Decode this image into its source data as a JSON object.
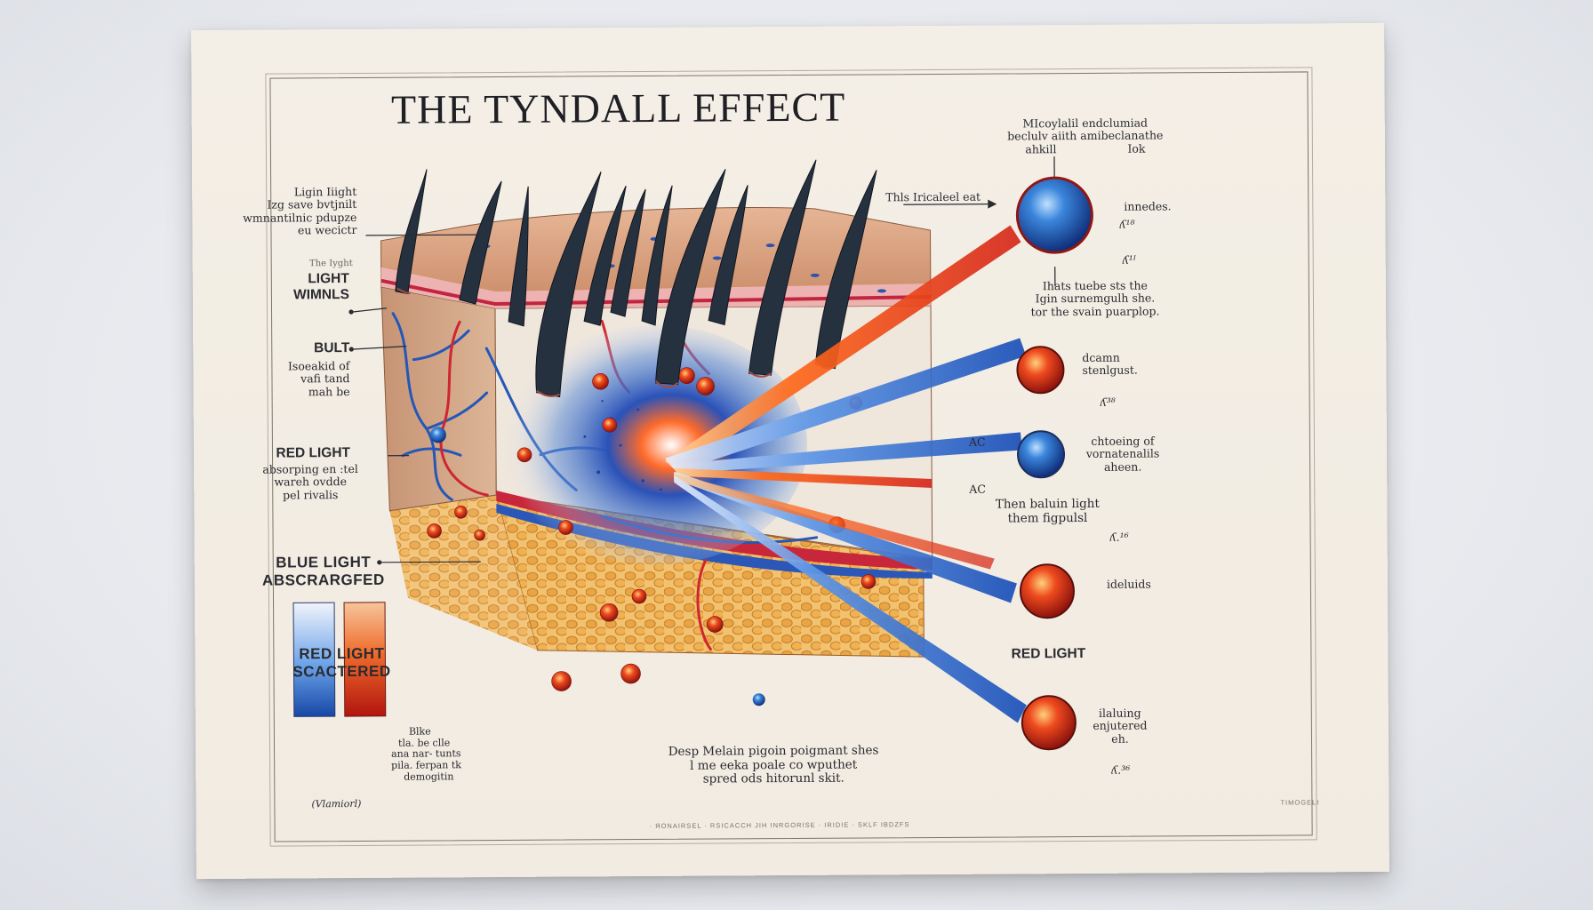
{
  "title": "THE TYNDALL EFFECT",
  "left_labels": {
    "light_top": [
      "Ligin Iiight",
      "Izg save bvtjnilt",
      "wmnantilnic pdupze",
      "eu wecictr"
    ],
    "light_waves_small": "The Iyght",
    "light_waves": [
      "LIGHT",
      "WIMNLS"
    ],
    "bult": "BULT",
    "bult_sub": [
      "Isoeakid of",
      "vafi tand",
      "mah be"
    ],
    "red_light": "RED LIGHT",
    "red_light_sub": [
      "absorping en :tel",
      "wareh ovdde",
      "pel rivalis"
    ],
    "blue_light": [
      "BLUE LIGHT",
      "ABSCRARGFED"
    ],
    "red_scattered": [
      "RED LIGHT",
      "SCACTERED"
    ],
    "gradient_note": [
      "Blke",
      "tla. be clle",
      "ana nar- tunts",
      "pila. ferpan tk",
      "demogitin"
    ],
    "vitamin": "(Vlamiorl)"
  },
  "right_labels": {
    "top_note": [
      "MIcoylalil endclumiad",
      "beclulv aiith amibeclanathe",
      "ahkill",
      "Iok"
    ],
    "arrow_note": "Thls Iricaleel eat",
    "innedes": "innedes.",
    "mark1": "ʎ¹⁸",
    "mark2": "ʎ¹ᴵ",
    "middle_note": [
      "Ihats tuebe sts the",
      "Igin surnemgulh she.",
      "tor the svain puarplop."
    ],
    "dcamn": [
      "dcamn",
      "stenlgust."
    ],
    "mark3": "ʎ³⁸",
    "ac1": "AC",
    "chtoeing": [
      "chtoeing of",
      "vornatenalils",
      "aheen."
    ],
    "ac2": "AC",
    "then_light": [
      "Then baluin light",
      "them figpulsl"
    ],
    "mark4": "ʎ.¹⁶",
    "delucids": "ideluids",
    "red_light": "RED LIGHT",
    "ilaluing": [
      "ilaluing",
      "enjutered",
      "eh."
    ],
    "mark5": "ʎ.³⁶"
  },
  "bottom_caption": [
    "Desp Melain pigoin poigmant shes",
    "l me eeka poale co wputhet",
    "spred ods hitorunl skit."
  ],
  "footer_left": "· ЯONAIRSEL · RSICACCH JIH INRGORISE · IRIDIE · SKLF IBDZFS",
  "footer_right": "TIMOGELI",
  "colors": {
    "skin": "#c98a66",
    "dermis": "#efe6dc",
    "fat": "#e7a447",
    "red": "#d8281f",
    "blue": "#1f5fbf",
    "hair": "#253140"
  }
}
